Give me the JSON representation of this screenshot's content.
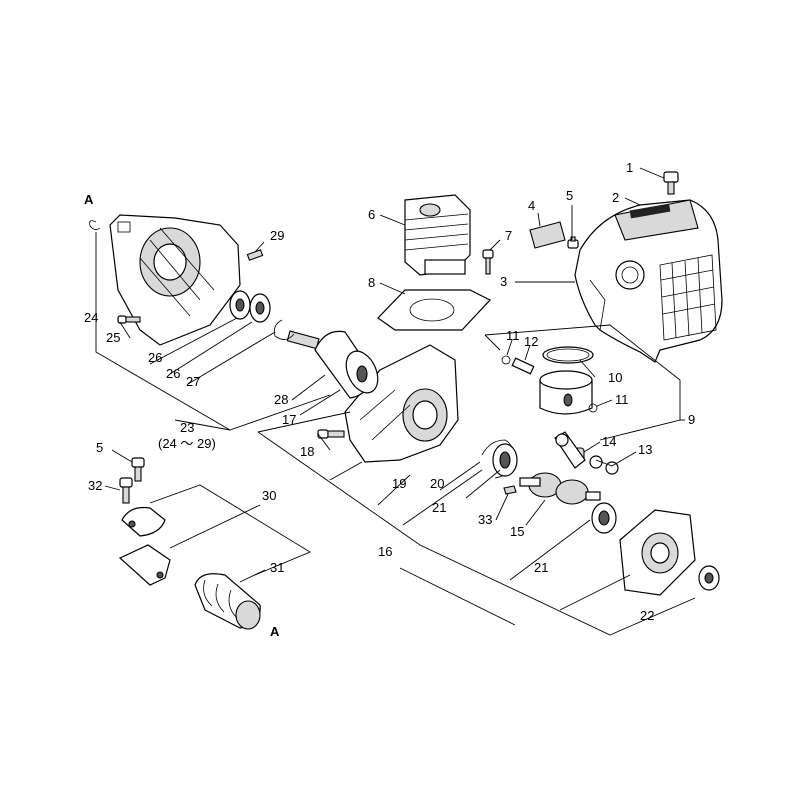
{
  "diagram": {
    "callouts": {
      "c1": "1",
      "c2": "2",
      "c3": "3",
      "c4": "4",
      "c5a": "5",
      "c6": "6",
      "c7": "7",
      "c8": "8",
      "c9": "9",
      "c10": "10",
      "c11a": "11",
      "c11b": "11",
      "c12": "12",
      "c13": "13",
      "c14": "14",
      "c15": "15",
      "c16": "16",
      "c17": "17",
      "c18": "18",
      "c19": "19",
      "c20": "20",
      "c21a": "21",
      "c21b": "21",
      "c22": "22",
      "c23": "23",
      "c23sub": "(24 ～ 29)",
      "c24": "24",
      "c25": "25",
      "c26a": "26",
      "c26b": "26",
      "c27": "27",
      "c28": "28",
      "c29": "29",
      "c30": "30",
      "c31": "31",
      "c32": "32",
      "c33": "33",
      "c5b": "5",
      "refA1": "A",
      "refA2": "A"
    }
  }
}
